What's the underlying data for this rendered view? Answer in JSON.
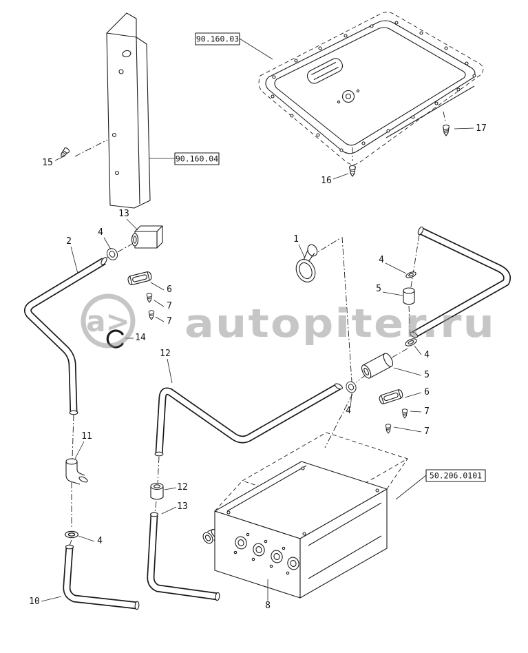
{
  "watermark": {
    "logo": "a>",
    "text": "autopiter.ru"
  },
  "reference_labels": {
    "panel_ref": "90.160.03",
    "post_ref": "90.160.04",
    "unit_ref": "50.206.0101"
  },
  "callouts": [
    {
      "n": "15"
    },
    {
      "n": "16"
    },
    {
      "n": "17"
    },
    {
      "n": "13"
    },
    {
      "n": "4"
    },
    {
      "n": "2"
    },
    {
      "n": "6"
    },
    {
      "n": "7"
    },
    {
      "n": "7"
    },
    {
      "n": "14"
    },
    {
      "n": "1"
    },
    {
      "n": "4"
    },
    {
      "n": "5"
    },
    {
      "n": "4"
    },
    {
      "n": "5"
    },
    {
      "n": "6"
    },
    {
      "n": "7"
    },
    {
      "n": "7"
    },
    {
      "n": "12"
    },
    {
      "n": "4"
    },
    {
      "n": "11"
    },
    {
      "n": "12"
    },
    {
      "n": "13"
    },
    {
      "n": "4"
    },
    {
      "n": "10"
    },
    {
      "n": "8"
    }
  ]
}
